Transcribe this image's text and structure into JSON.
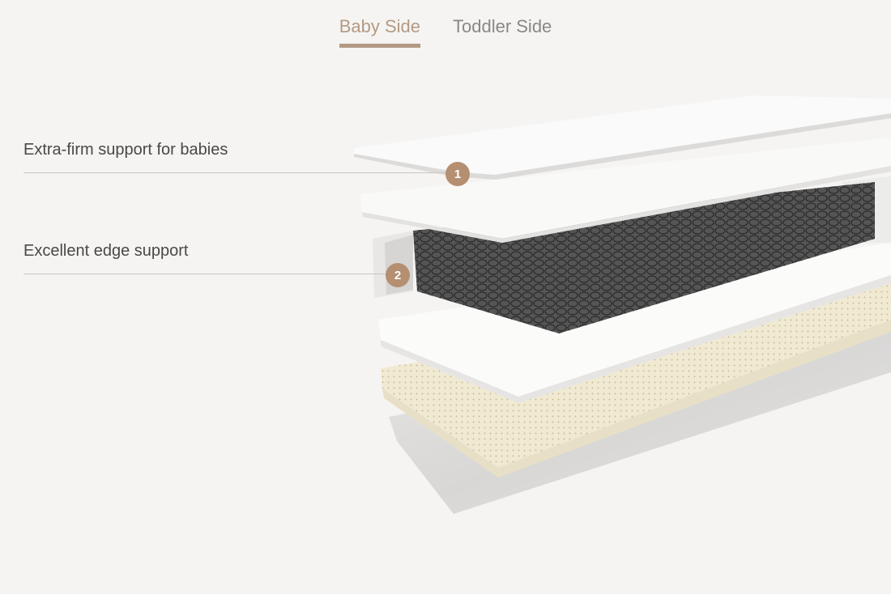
{
  "tabs": [
    {
      "label": "Baby Side",
      "active": true
    },
    {
      "label": "Toddler Side",
      "active": false
    }
  ],
  "features": [
    {
      "number": "1",
      "label": "Extra-firm support for babies"
    },
    {
      "number": "2",
      "label": "Excellent edge support"
    }
  ],
  "colors": {
    "accent": "#b39a84",
    "marker": "#b58f71",
    "background": "#f5f4f2"
  }
}
